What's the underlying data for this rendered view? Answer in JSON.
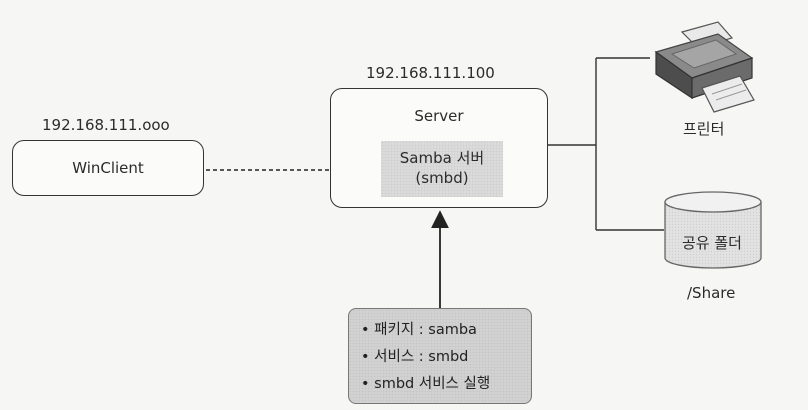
{
  "client": {
    "ip": "192.168.111.ooo",
    "name": "WinClient"
  },
  "server": {
    "ip": "192.168.111.100",
    "name": "Server",
    "samba_label": "Samba 서버",
    "samba_daemon": "(smbd)"
  },
  "printer": {
    "label": "프린터"
  },
  "shared_folder": {
    "label": "공유 폴더",
    "path": "/Share"
  },
  "info": {
    "lines": [
      "• 패키지 : samba",
      "• 서비스 : smbd",
      "• smbd 서비스 실행"
    ]
  }
}
